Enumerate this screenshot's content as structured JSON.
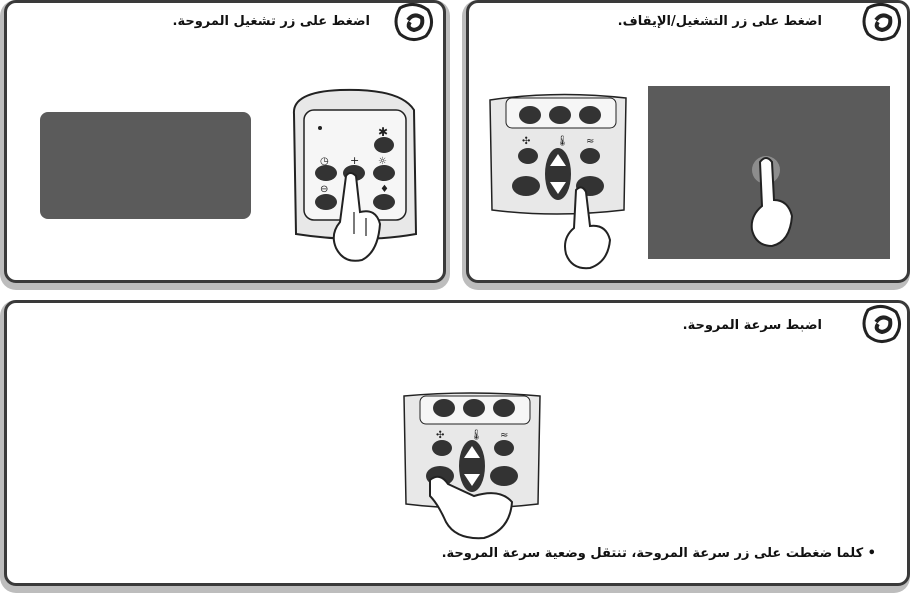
{
  "steps": [
    {
      "title": "اضغط على زر تشغيل المروحة."
    },
    {
      "title": "اضغط على زر التشغيل/الإيقاف."
    },
    {
      "title": "اضبط سرعة المروحة."
    }
  ],
  "note": "• كلما ضغطت على زر سرعة المروحة، تنتقل وضعية سرعة المروحة.",
  "colors": {
    "screen": "#5b5b5b",
    "frame": "#3a3a3a",
    "shadow": "#bdbdbd"
  }
}
